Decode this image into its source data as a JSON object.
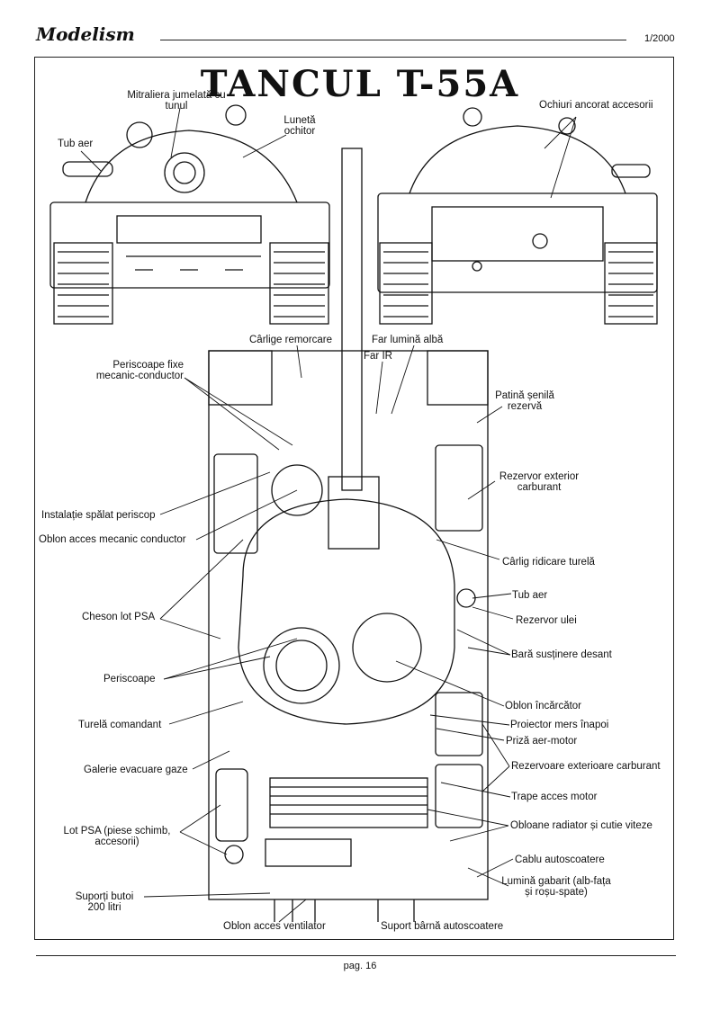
{
  "header": {
    "logo": "Modelism",
    "issue": "1/2000"
  },
  "title": "TANCUL T-55A",
  "labels": {
    "mitraliera": "Mitraliera jumelată cu tunul",
    "luneta": "Lunetă ochitor",
    "tub_aer_front": "Tub aer",
    "ochiuri": "Ochiuri ancorat accesorii",
    "carlige": "Cârlige remorcare",
    "far_alb": "Far lumină albă",
    "far_ir": "Far IR",
    "periscoape_fixe": "Periscoape fixe mecanic-conductor",
    "patina": "Patină șenilă rezervă",
    "rezervor_ext": "Rezervor exterior carburant",
    "instalatie": "Instalație spălat periscop",
    "oblon_mecanic": "Oblon acces mecanic conductor",
    "carlig_ridicare": "Cârlig ridicare turelă",
    "tub_aer": "Tub aer",
    "cheson": "Cheson lot PSA",
    "rezervor_ulei": "Rezervor ulei",
    "bara_desant": "Bară susținere desant",
    "periscoape": "Periscoape",
    "oblon_incarcator": "Oblon încărcător",
    "turela_comandant": "Turelă comandant",
    "proiector": "Proiector mers înapoi",
    "priza": "Priză aer-motor",
    "rezervoare_ext": "Rezervoare exterioare carburant",
    "galerie": "Galerie evacuare gaze",
    "trape": "Trape acces motor",
    "obloane_radiator": "Obloane radiator și cutie viteze",
    "lot_psa": "Lot PSA (piese schimb, accesorii)",
    "cablu": "Cablu autoscoatere",
    "lumina_gabarit": "Lumină gabarit (alb-fața și roșu-spate)",
    "suporti_butoi": "Suporți butoi 200 litri",
    "oblon_ventilator": "Oblon acces ventilator",
    "suport_bara": "Suport bârnă autoscoatere"
  },
  "footer": {
    "page": "pag. 16"
  }
}
